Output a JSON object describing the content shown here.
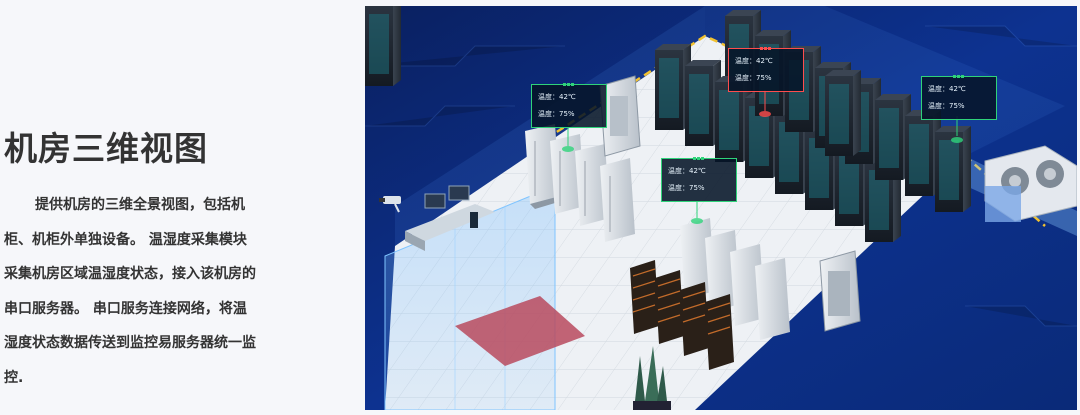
{
  "title": "机房三维视图",
  "description_lines": [
    "提供机房的三维全景视图，包括机",
    "柜、机柜外单独设备。 温湿度采集模块",
    "采集机房区域温湿度状态，接入该机房的",
    "串口服务器。 串口服务连接网络，将温",
    "湿度状态数据传送到监控易服务器统一监",
    "控."
  ],
  "sensors": [
    {
      "temp_label": "温度：42℃",
      "hum_label": "温度：75%",
      "status": "normal"
    },
    {
      "temp_label": "温度：42℃",
      "hum_label": "温度：75%",
      "status": "alarm"
    },
    {
      "temp_label": "温度：42℃",
      "hum_label": "温度：75%",
      "status": "normal"
    },
    {
      "temp_label": "温度：42℃",
      "hum_label": "温度：75%",
      "status": "normal"
    }
  ],
  "colors": {
    "scene_bg": "#0c2a72",
    "floor": "#e9edf2",
    "sensor_normal": "#2fd37a",
    "sensor_alarm": "#ff4d4d"
  }
}
